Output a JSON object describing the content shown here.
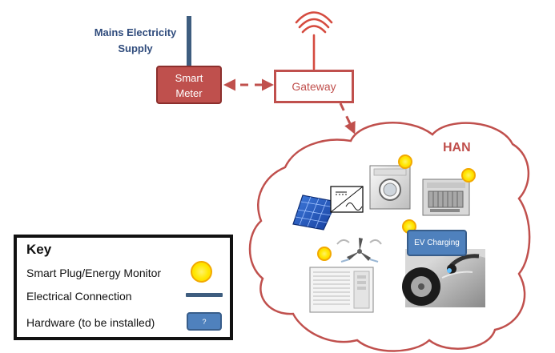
{
  "top_labels": {
    "mains_supply": "Mains Electricity Supply",
    "smart_meter": "Smart Meter",
    "gateway": "Gateway",
    "han": "HAN"
  },
  "devices": {
    "ev_charging": "EV Charging"
  },
  "key": {
    "title": "Key",
    "rows": [
      {
        "label": "Smart Plug/Energy Monitor"
      },
      {
        "label": "Electrical Connection"
      },
      {
        "label": "Hardware (to be installed)"
      }
    ],
    "hardware_symbol": "?"
  },
  "colors": {
    "cloud_outline": "#c0504d",
    "connection_line": "#3e5d7f",
    "hardware_fill": "#4f81bd",
    "plug_yellow": "#ffe700",
    "text_dark": "#111111"
  },
  "icons": {
    "wifi": "wifi-signal-icon",
    "solar": "solar-panel-icon",
    "inverter": "inverter-icon",
    "washing_machine": "washing-machine-icon",
    "dishwasher": "dishwasher-icon",
    "wind_fan": "fan-blades-icon",
    "aircon": "air-conditioner-icon",
    "ev": "electric-vehicle-icon"
  }
}
